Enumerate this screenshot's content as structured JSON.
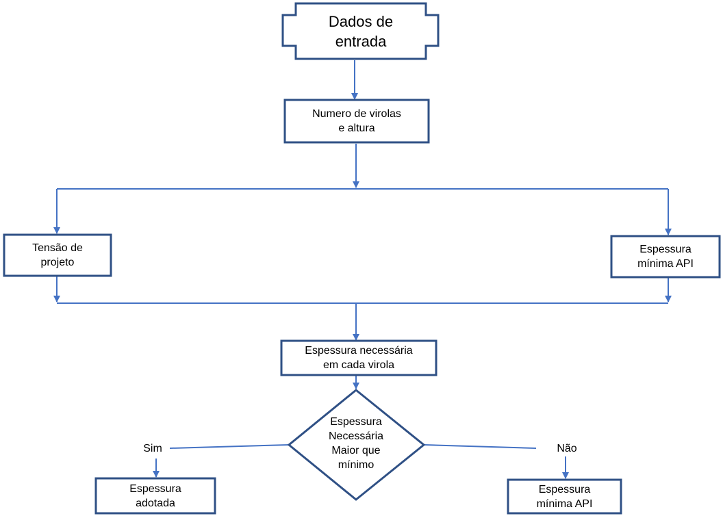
{
  "colors": {
    "node_border": "#2F5085",
    "connector": "#4472C4",
    "background": "#FFFFFF"
  },
  "nodes": {
    "input": {
      "shape": "notched-rectangle",
      "lines": [
        "Dados de",
        "entrada"
      ]
    },
    "shells": {
      "shape": "rectangle",
      "lines": [
        "Numero de virolas",
        "e altura"
      ]
    },
    "design_stress": {
      "shape": "rectangle",
      "lines": [
        "Tensão de",
        "projeto"
      ]
    },
    "api_min_top": {
      "shape": "rectangle",
      "lines": [
        "Espessura",
        "mínima API"
      ]
    },
    "required": {
      "shape": "rectangle",
      "lines": [
        "Espessura necessária",
        "em cada virola"
      ]
    },
    "decision": {
      "shape": "diamond",
      "lines": [
        "Espessura",
        "Necessária",
        "Maior que",
        "mínimo"
      ]
    },
    "adopted": {
      "shape": "rectangle",
      "lines": [
        "Espessura",
        "adotada"
      ]
    },
    "api_min_bottom": {
      "shape": "rectangle",
      "lines": [
        "Espessura",
        "mínima API"
      ]
    }
  },
  "branches": {
    "yes": "Sim",
    "no": "Não"
  }
}
